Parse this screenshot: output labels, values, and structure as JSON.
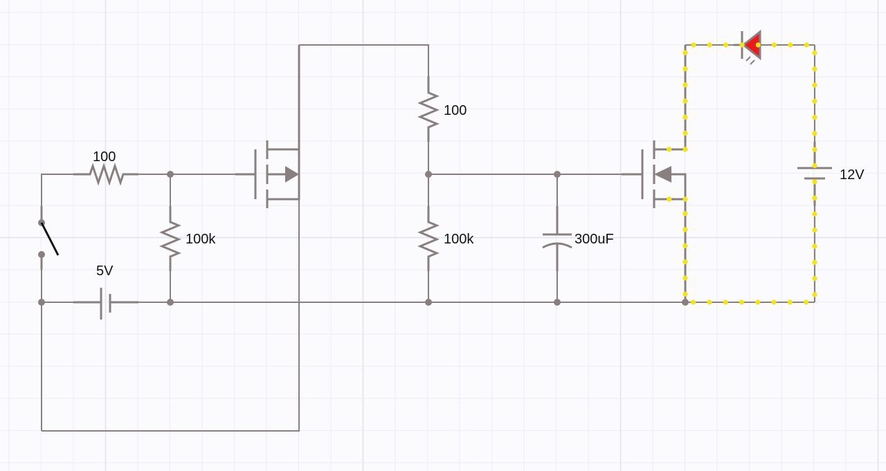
{
  "labels": {
    "r_input": "100",
    "r_gate_pulldown": "100k",
    "battery_left": "5V",
    "r_drain": "100",
    "r_divider": "100k",
    "capacitor": "300uF",
    "battery_right": "12V"
  },
  "colors": {
    "wire": "#8a7f7f",
    "current_dots": "#f3e41a",
    "led_lit": "#e81c1c",
    "grid": "#eceef4",
    "background": "#fbfbfd"
  },
  "state": {
    "switch": "open",
    "led": "lit"
  }
}
